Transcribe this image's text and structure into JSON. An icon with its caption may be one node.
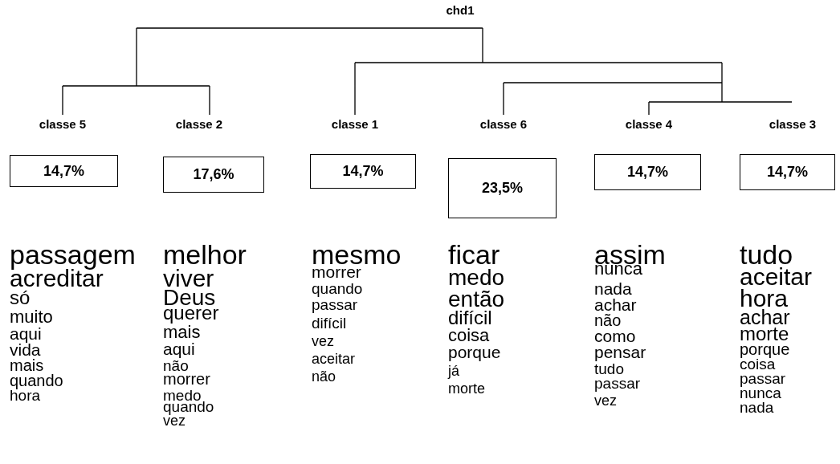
{
  "diagram": {
    "title": "chd1",
    "nodes": [
      {
        "text": [
          "classe 5",
          "14,7%"
        ],
        "beside": [
          "passagem",
          "acreditar",
          "só",
          "muito",
          "aqui",
          "vida",
          "mais",
          "quando",
          "hora"
        ]
      },
      {
        "text": [
          "classe 2",
          "17,6%"
        ],
        "beside": [
          "melhor",
          "viver",
          "Deus",
          "querer",
          "mais",
          "aqui",
          "não",
          "morrer",
          "medo",
          "quando",
          "vez"
        ]
      },
      {
        "text": [
          "classe 1",
          "14,7%"
        ],
        "beside": [
          "mesmo",
          "morrer",
          "quando",
          "passar",
          "difícil",
          "vez",
          "aceitar",
          "não"
        ]
      },
      {
        "text": [
          "classe 6",
          "23,5%"
        ],
        "beside": [
          "ficar",
          "medo",
          "então",
          "difícil",
          "coisa",
          "porque",
          "já",
          "morte"
        ]
      },
      {
        "text": [
          "classe 4",
          "14,7%"
        ],
        "beside": [
          "assim",
          "nunca",
          "nada",
          "achar",
          "não",
          "como",
          "pensar",
          "tudo",
          "passar",
          "vez"
        ]
      },
      {
        "text": [
          "classe 3",
          "14,7%"
        ],
        "beside": [
          "tudo",
          "aceitar",
          "hora",
          "achar",
          "morte",
          "porque",
          "coisa",
          "passar",
          "nunca",
          "nada"
        ]
      }
    ]
  }
}
